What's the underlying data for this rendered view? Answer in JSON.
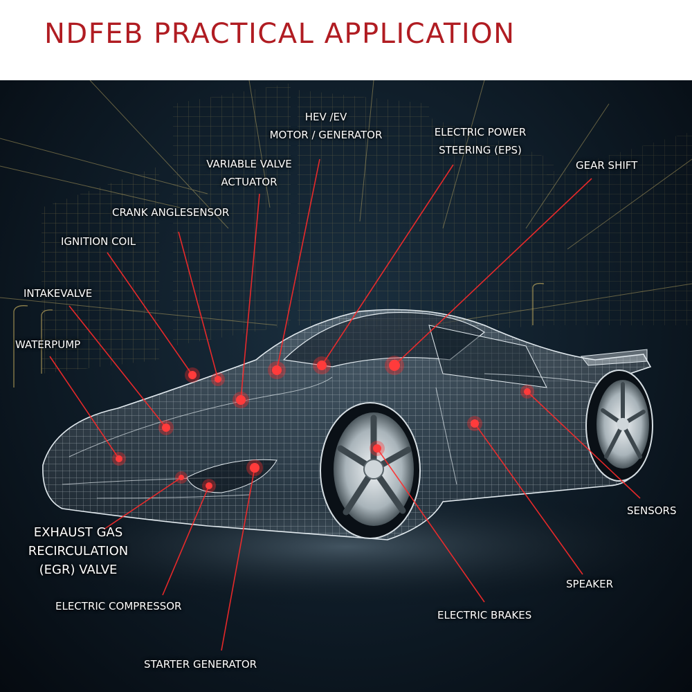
{
  "title": "NDFEB PRACTICAL APPLICATION",
  "colors": {
    "title": "#b01c22",
    "pointer": "#ff2a2a",
    "label": "#ffffff"
  },
  "labels": {
    "hev_ev_motor": [
      "HEV /EV",
      "MOTOR / GENERATOR"
    ],
    "eps": [
      "ELECTRIC POWER",
      "STEERING (EPS)"
    ],
    "gear_shift": "GEAR SHIFT",
    "variable_valve": [
      "VARIABLE VALVE",
      "ACTUATOR"
    ],
    "crank_angle": "CRANK ANGLESENSOR",
    "ignition_coil": "IGNITION COIL",
    "intake_valve": "INTAKEVALVE",
    "water_pump": "WATERPUMP",
    "egr_valve": [
      "EXHAUST GAS",
      "RECIRCULATION",
      "(EGR) VALVE"
    ],
    "electric_compressor": "ELECTRIC COMPRESSOR",
    "starter_generator": "STARTER GENERATOR",
    "electric_brakes": "ELECTRIC BRAKES",
    "speaker": "SPEAKER",
    "sensors": "SENSORS"
  }
}
